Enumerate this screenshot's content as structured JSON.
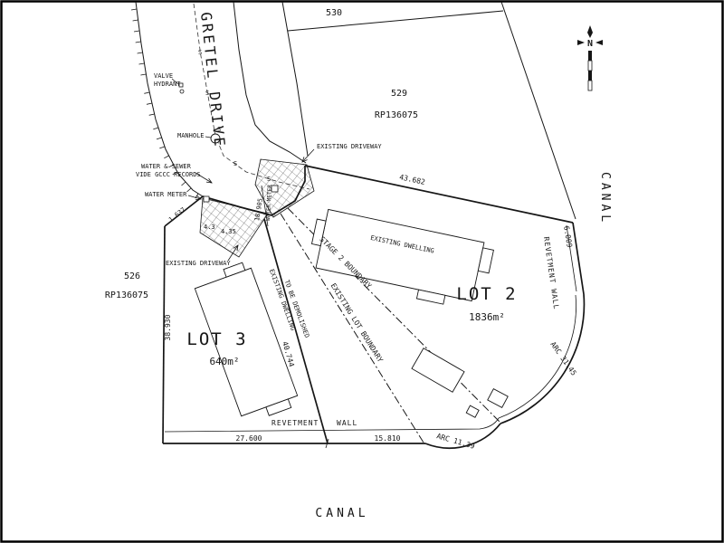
{
  "plan": {
    "street_name": "GRETEL DRIVE",
    "north_label": "N",
    "canal_side": "CANAL",
    "canal_bottom": "CANAL",
    "parcels": {
      "lot530": "530",
      "lot529": "529",
      "lot529_plan": "RP136075",
      "lot526": "526",
      "lot526_plan": "RP136075",
      "lot2_name": "LOT 2",
      "lot2_area": "1836m²",
      "lot3_name": "LOT 3",
      "lot3_area": "640m²"
    },
    "features": {
      "existing_dwelling": "EXISTING DWELLING",
      "demolish_line1": "EXISTING DWELLING",
      "demolish_line2": "TO BE DEMOLISHED",
      "driveway_top": "EXISTING DRIVEWAY",
      "driveway_left": "EXISTING DRIVEWAY",
      "stage2_boundary": "STAGE 2 BOUNDARY",
      "existing_lot_boundary": "EXISTING LOT BOUNDARY",
      "revetment_right": "REVETMENT WALL",
      "revetment_bottom_1": "REVETMENT",
      "revetment_bottom_2": "WALL",
      "manhole": "MANHOLE",
      "valve": "VALVE",
      "hydrant": "HYDRANT",
      "water_sewer_1": "WATER & SEWER",
      "water_sewer_2": "VIDE GCCC RECORDS",
      "water_meter": "WATER METER",
      "sewer_symbol": "S"
    },
    "dimensions": {
      "top_boundary": "43.682",
      "right_upper": "6.009",
      "arc_right": "ARC 31.45",
      "arc_bottom": "ARC 11.39",
      "bottom_right": "15.810",
      "bottom_left": "27.600",
      "left_boundary": "38.930",
      "lot3_boundary": "40.744",
      "drive_w1": "4.3",
      "drive_w2": "4.35",
      "front_seg": "1.637",
      "meter_seg": "18.905"
    }
  }
}
